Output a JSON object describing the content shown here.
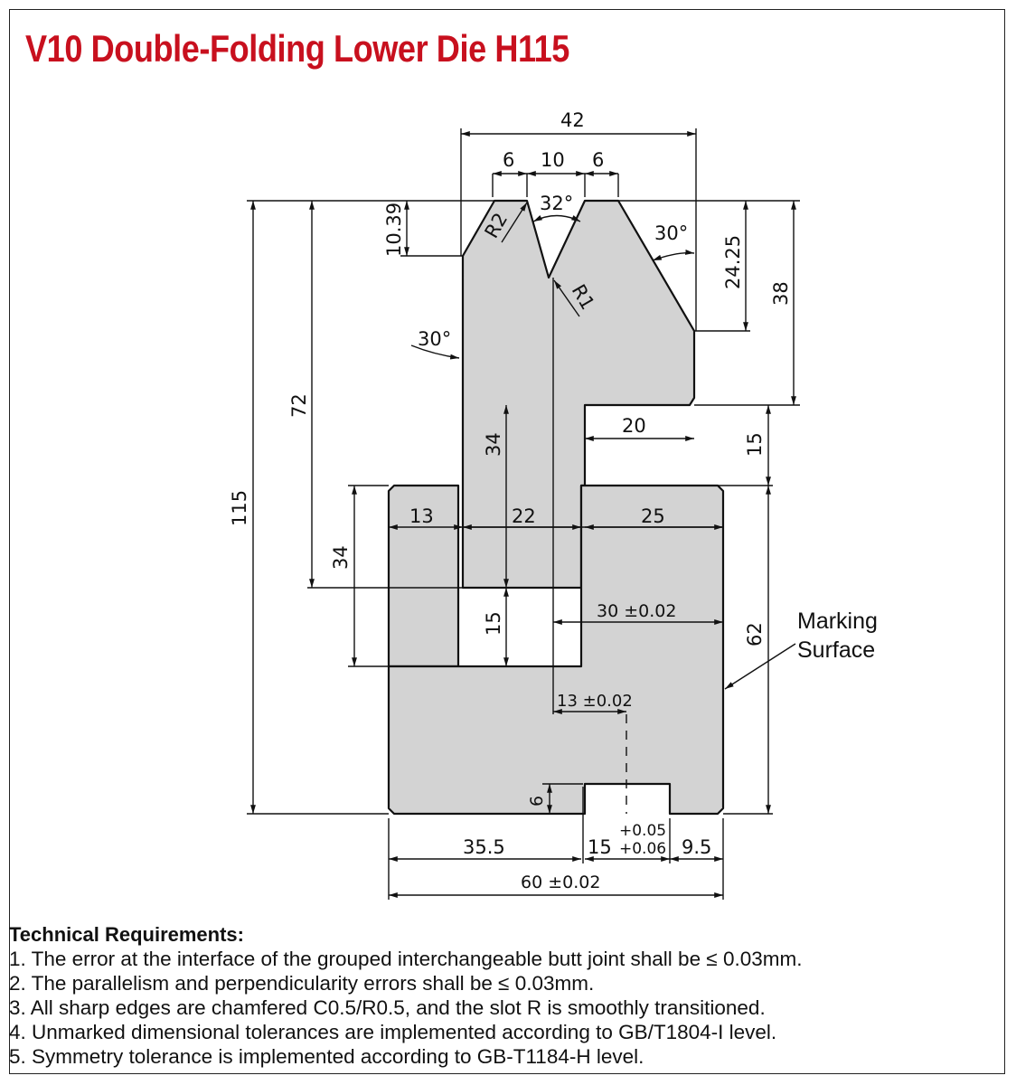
{
  "title": "V10 Double-Folding Lower Die H115",
  "dims": {
    "d42": "42",
    "d6a": "6",
    "d10": "10",
    "d6b": "6",
    "a32": "32°",
    "r2": "R2",
    "r1": "R1",
    "a30r": "30°",
    "a30l": "30°",
    "d1039": "10.39",
    "d2425": "24.25",
    "d38": "38",
    "d72": "72",
    "d115": "115",
    "d34a": "34",
    "d34b": "34",
    "d20": "20",
    "d15r": "15",
    "d15t": "15",
    "d13": "13",
    "d22": "22",
    "d25": "25",
    "d30": "30 ±0.02",
    "d62": "62",
    "d13t": "13 ±0.02",
    "d6s": "6",
    "d355": "35.5",
    "d15s": "15",
    "tolUp": "+0.05",
    "tolLo": "+0.06",
    "d95": "9.5",
    "d60": "60 ±0.02"
  },
  "marking": {
    "line1": "Marking",
    "line2": "Surface"
  },
  "tech": {
    "heading": "Technical Requirements:",
    "items": [
      "1. The error at the interface of the grouped interchangeable butt joint shall be ≤ 0.03mm.",
      "2. The parallelism and perpendicularity errors shall be ≤ 0.03mm.",
      "3. All sharp edges are chamfered C0.5/R0.5, and the slot R is smoothly transitioned.",
      "4. Unmarked dimensional tolerances are implemented according to GB/T1804-I level.",
      "5. Symmetry tolerance is implemented according to GB-T1184-H level."
    ]
  }
}
